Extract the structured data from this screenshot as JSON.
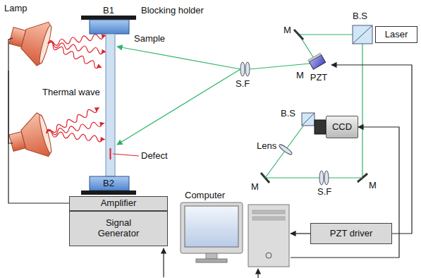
{
  "diagram": {
    "nodes": [
      {
        "text": [
          "Lamp"
        ]
      },
      {
        "text": [
          "Laser"
        ]
      },
      {
        "text": [
          "PZT"
        ]
      },
      {
        "text": [
          "CCD"
        ]
      },
      {
        "text": [
          "Computer"
        ]
      },
      {
        "text": [
          "Amplifier"
        ]
      },
      {
        "text": [
          "Signal Generator"
        ]
      },
      {
        "text": [
          "PZT driver"
        ]
      }
    ],
    "edges": [
      {
        "from": 7,
        "to": 4,
        "arrow": "to"
      },
      {
        "from": 7,
        "to": 2,
        "arrow": "to"
      },
      {
        "from": 4,
        "to": 3,
        "arrow": "to"
      },
      {
        "from": 5,
        "to": 0,
        "arrow": "none"
      }
    ],
    "labels": [
      "B1",
      "Blocking holder",
      "Sample",
      "Thermal wave",
      "Defect",
      "B2",
      "S.F",
      "M",
      "B.S",
      "M",
      "B.S",
      "Lens",
      "M",
      "S.F",
      "M"
    ]
  }
}
